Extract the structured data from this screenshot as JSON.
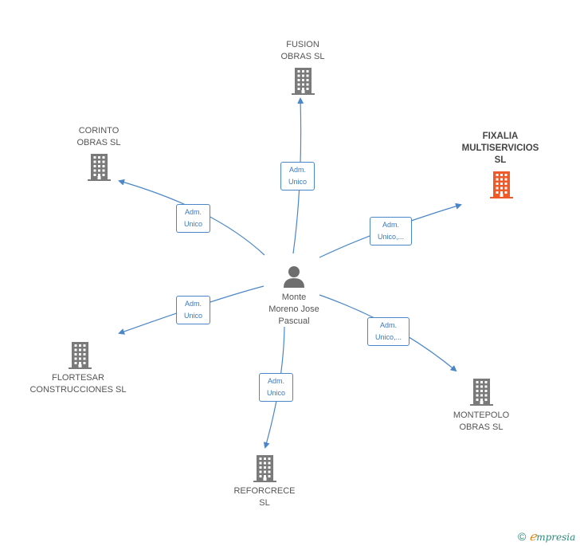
{
  "colors": {
    "edge": "#4a86c8",
    "building": "#7a7a7a",
    "building_highlight": "#f05a28",
    "person": "#6e6e6e"
  },
  "center": {
    "name": "Monte\nMoreno Jose\nPascual",
    "icon": "person-icon"
  },
  "nodes": [
    {
      "id": "fusion",
      "name": "FUSION\nOBRAS SL",
      "icon": "building-icon",
      "highlight": false
    },
    {
      "id": "corinto",
      "name": "CORINTO\nOBRAS  SL",
      "icon": "building-icon",
      "highlight": false
    },
    {
      "id": "fixalia",
      "name": "FIXALIA\nMULTISERVICIOS\nSL",
      "icon": "building-icon",
      "highlight": true
    },
    {
      "id": "flortesar",
      "name": "FLORTESAR\nCONSTRUCCIONES SL",
      "icon": "building-icon",
      "highlight": false
    },
    {
      "id": "montepolo",
      "name": "MONTEPOLO\nOBRAS  SL",
      "icon": "building-icon",
      "highlight": false
    },
    {
      "id": "reforcrece",
      "name": "REFORCRECE\nSL",
      "icon": "building-icon",
      "highlight": false
    }
  ],
  "edges": [
    {
      "to": "fusion",
      "label": "Adm.\nUnico"
    },
    {
      "to": "corinto",
      "label": "Adm.\nUnico"
    },
    {
      "to": "fixalia",
      "label": "Adm.\nUnico,..."
    },
    {
      "to": "flortesar",
      "label": "Adm.\nUnico"
    },
    {
      "to": "montepolo",
      "label": "Adm.\nUnico,..."
    },
    {
      "to": "reforcrece",
      "label": "Adm.\nUnico"
    }
  ],
  "footer": {
    "copyright": "©",
    "brand_e": "ℯ",
    "brand_rest": "mpresia"
  }
}
